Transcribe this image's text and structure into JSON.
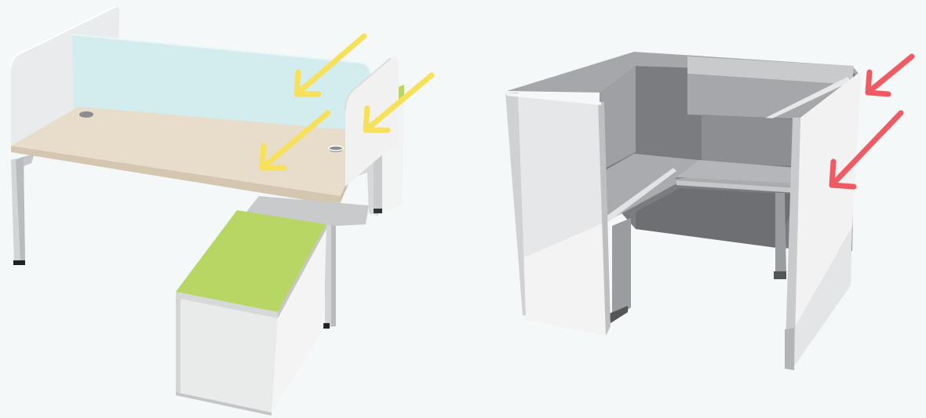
{
  "illustrations": [
    {
      "id": "open-bench-desk",
      "components": [
        "divider-panel-left",
        "glass-privacy-screen",
        "desk-surface",
        "cable-port",
        "end-divider-panel",
        "desk-legs",
        "mobile-pedestal"
      ],
      "arrows": {
        "count": 3,
        "color": "#f7e15a"
      }
    },
    {
      "id": "enclosed-cubicle",
      "components": [
        "left-wall-panel",
        "back-wall",
        "overhead-storage",
        "work-surface",
        "support-leg",
        "right-wall-panel"
      ],
      "arrows": {
        "count": 2,
        "color": "#ef5b63"
      }
    }
  ],
  "colors": {
    "background": "#f4f8f9",
    "glass": "#d3ecee",
    "desk_top": "#e8dccb",
    "pedestal_top": "#b7d663",
    "panel_white": "#eef0f0",
    "cubicle_dark": "#7b7c80",
    "cubicle_mid": "#a5a7aa",
    "yellow_arrow": "#f7e15a",
    "red_arrow": "#ef5b63"
  }
}
